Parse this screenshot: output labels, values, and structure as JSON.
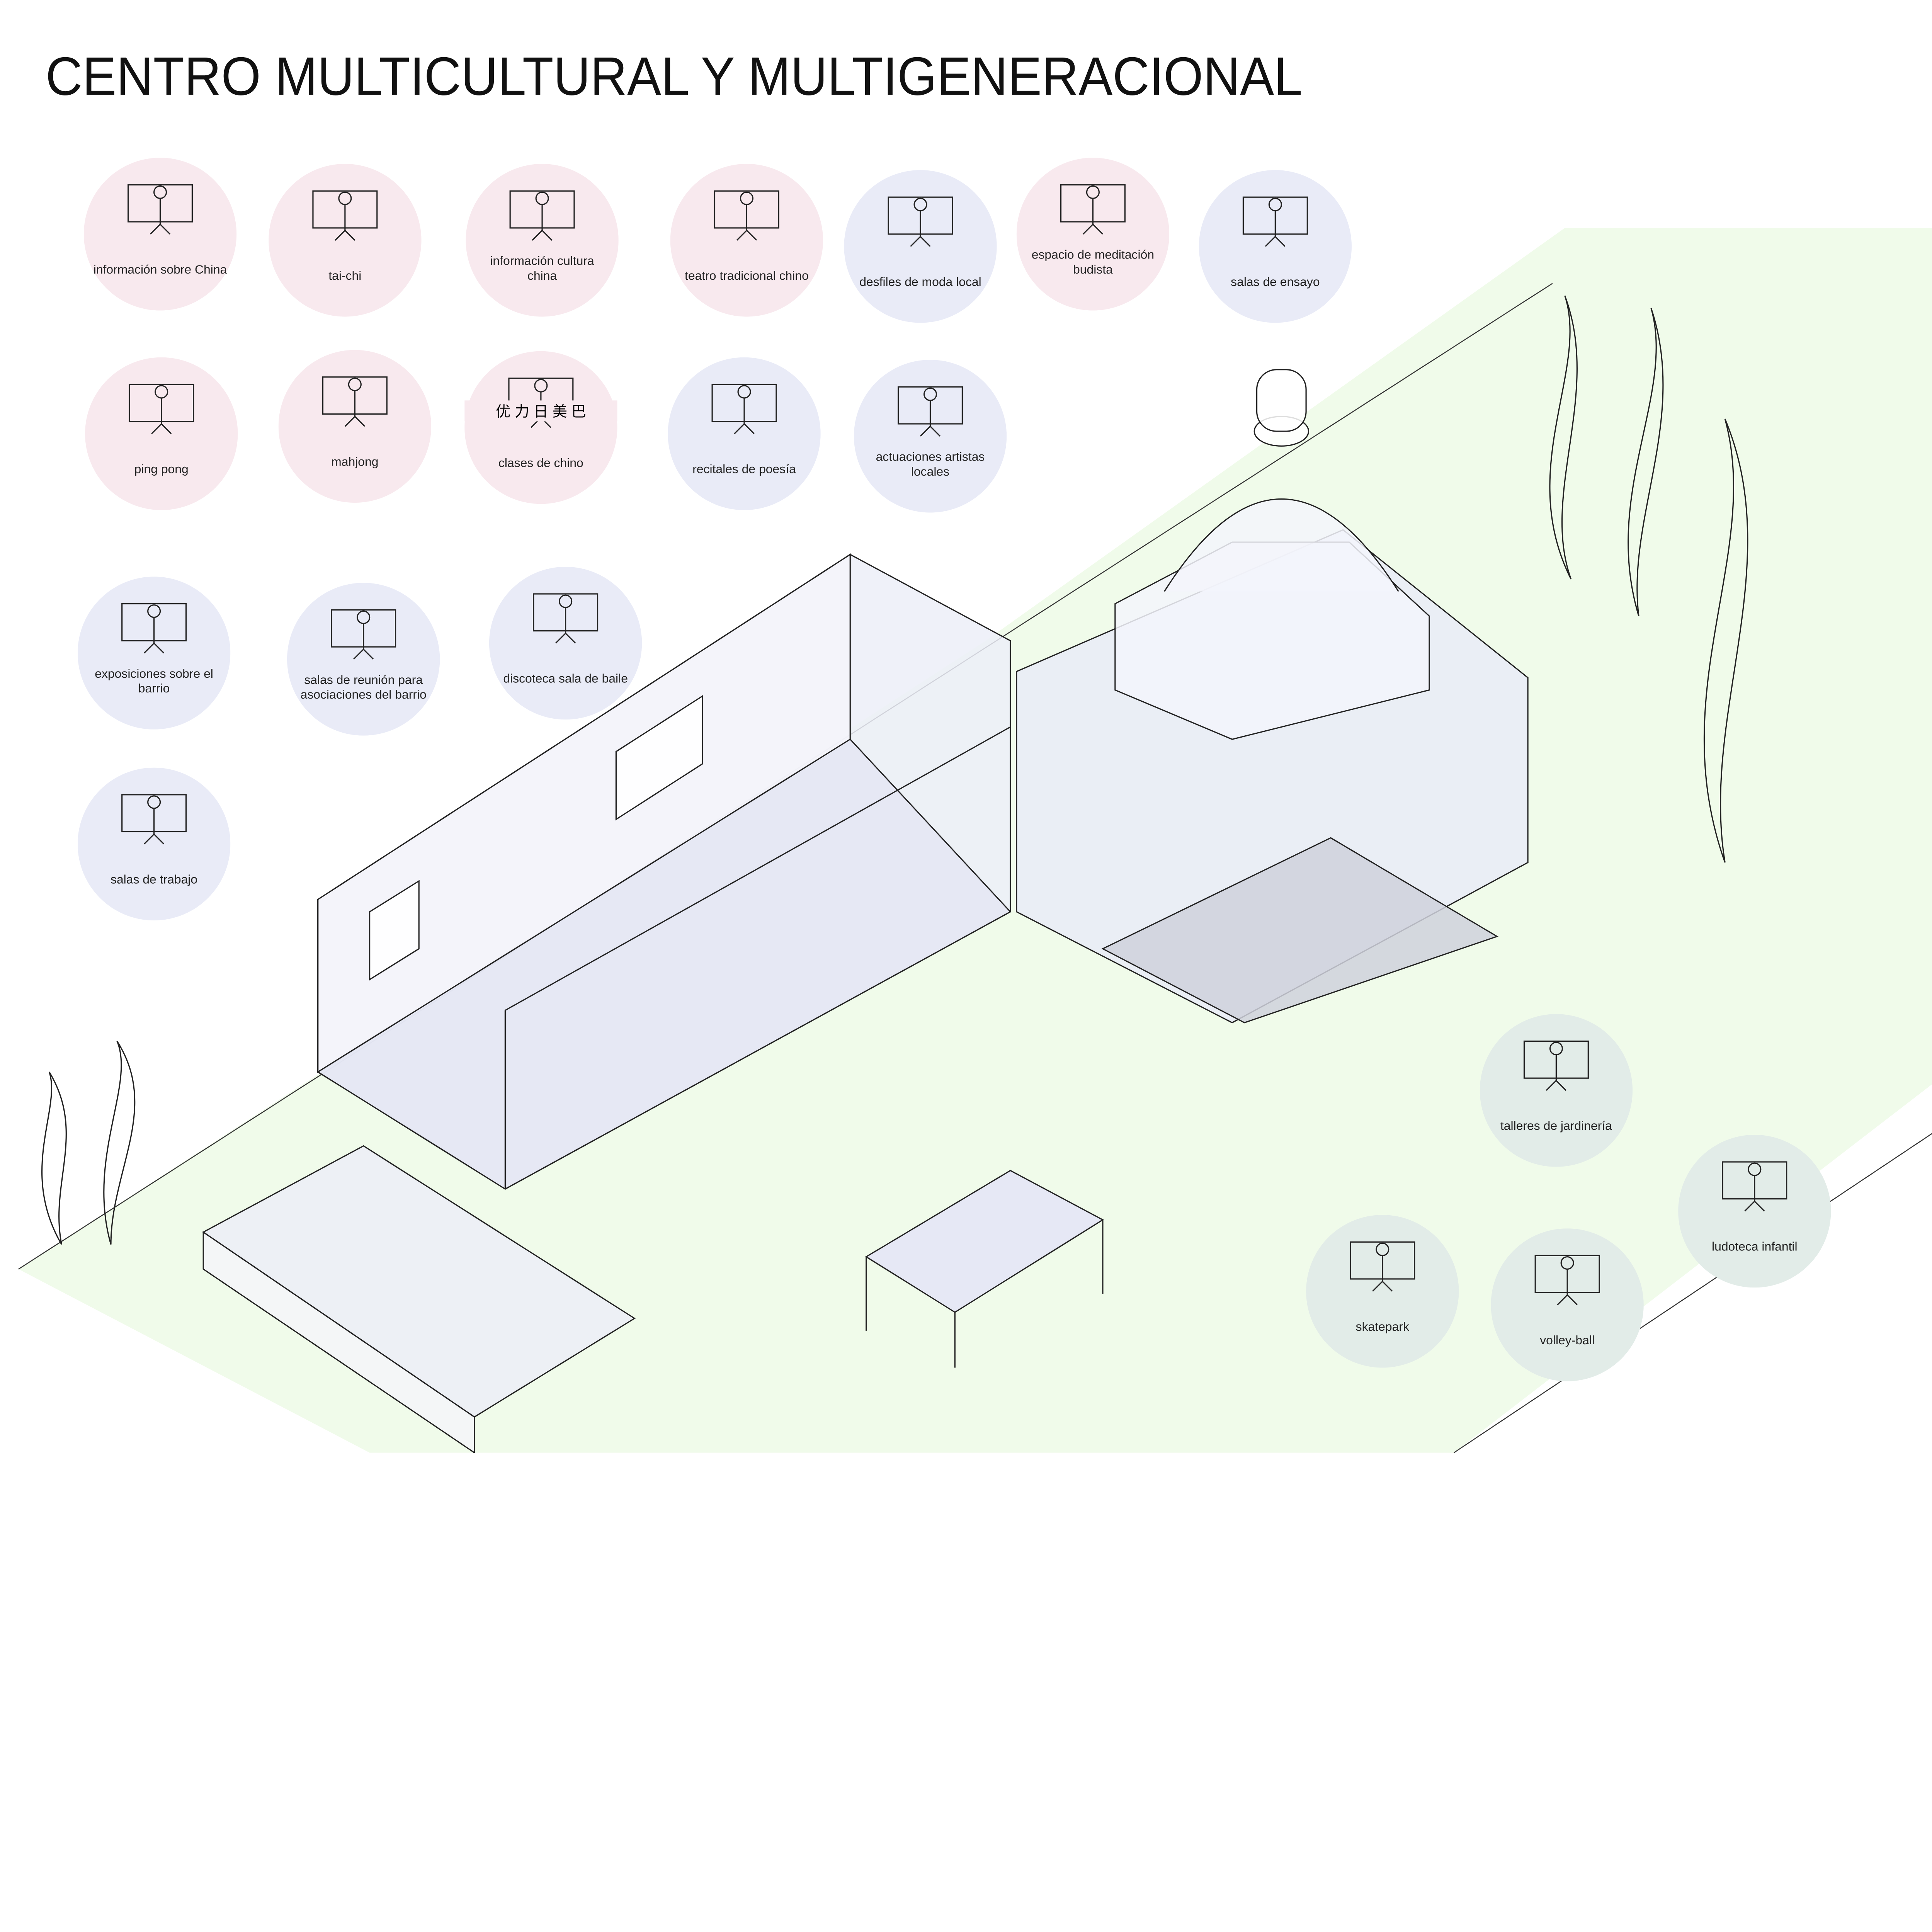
{
  "title": "CENTRO MULTICULTURAL Y MULTIGENERACIONAL",
  "colors": {
    "pink": "#f8e9ee",
    "lavender": "#e9ebf7",
    "teal": "#e2ece8",
    "ground": "#f0fbea",
    "building": "#eceef8",
    "ink": "#111111"
  },
  "activities": [
    {
      "label": "información sobre China",
      "icon": "china-map-icon",
      "color": "pink"
    },
    {
      "label": "tai-chi",
      "icon": "tai-chi-figures-icon",
      "color": "pink"
    },
    {
      "label": "información cultura china",
      "icon": "info-kiosk-icon",
      "color": "pink"
    },
    {
      "label": "teatro tradicional chino",
      "icon": "opera-masks-icon",
      "color": "pink"
    },
    {
      "label": "desfiles de moda local",
      "icon": "catwalk-icon",
      "color": "lavender"
    },
    {
      "label": "espacio de meditación budista",
      "icon": "meditation-icon",
      "color": "pink"
    },
    {
      "label": "salas de ensayo",
      "icon": "musicians-icon",
      "color": "lavender"
    },
    {
      "label": "ping pong",
      "icon": "ping-pong-table-icon",
      "color": "pink"
    },
    {
      "label": "mahjong",
      "icon": "mahjong-tiles-icon",
      "color": "pink"
    },
    {
      "label": "clases de chino",
      "icon": "chinese-characters-icon",
      "color": "pink"
    },
    {
      "label": "recitales de poesía",
      "icon": "poet-icon",
      "color": "lavender"
    },
    {
      "label": "actuaciones artistas locales",
      "icon": "guitarist-icon",
      "color": "lavender"
    },
    {
      "label": "exposiciones sobre el barrio",
      "icon": "exhibition-icon",
      "color": "lavender"
    },
    {
      "label": "salas de reunión para asociaciones del barrio",
      "icon": "meeting-table-icon",
      "color": "lavender"
    },
    {
      "label": "discoteca sala de baile",
      "icon": "disco-ball-icon",
      "color": "lavender"
    },
    {
      "label": "salas de trabajo",
      "icon": "work-table-icon",
      "color": "lavender"
    },
    {
      "label": "talleres de jardinería",
      "icon": "gardener-icon",
      "color": "teal"
    },
    {
      "label": "ludoteca infantil",
      "icon": "child-reading-icon",
      "color": "teal"
    },
    {
      "label": "skatepark",
      "icon": "half-pipe-icon",
      "color": "teal"
    },
    {
      "label": "volley-ball",
      "icon": "volleyball-court-icon",
      "color": "teal"
    }
  ],
  "characters_sample": "优 力 日 美 巴"
}
